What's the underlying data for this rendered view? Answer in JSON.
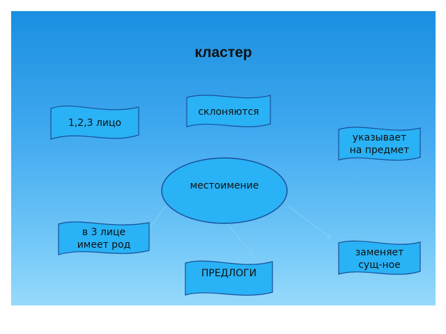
{
  "title": "кластер",
  "center": "местоимение",
  "nodes": [
    {
      "id": "face",
      "text": "1,2,3 лицо"
    },
    {
      "id": "decline",
      "text": "склоняются"
    },
    {
      "id": "points",
      "text": "указывает\nна предмет"
    },
    {
      "id": "gender",
      "text": "в 3 лице\nимеет род"
    },
    {
      "id": "replaces",
      "text": "заменяет\nсущ-ное"
    },
    {
      "id": "prepositions",
      "text": "ПРЕДЛОГИ"
    }
  ],
  "colors": {
    "node_fill": "#29b2f5",
    "node_stroke": "#1a4f9a",
    "background_top": "#1a8fe0",
    "background_bottom": "#96dafb"
  }
}
